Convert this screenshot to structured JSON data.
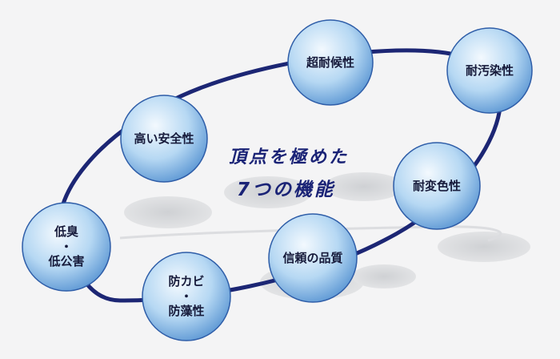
{
  "center": {
    "line1": "頂点を極めた",
    "line2": "7つの機能"
  },
  "features": [
    {
      "label": "超耐候性"
    },
    {
      "label": "耐汚染性"
    },
    {
      "label": "高い安全性"
    },
    {
      "label": "耐変色性"
    },
    {
      "label": "低臭\n・\n低公害"
    },
    {
      "label": "信頼の品質"
    },
    {
      "label": "防カビ\n・\n防藻性"
    }
  ],
  "colors": {
    "ring": "#1c2674",
    "circle_light": "#eef6fd",
    "circle_mid": "#a9d0f0",
    "circle_dark": "#5f9ad6",
    "center_text": "#1a2376",
    "shadow": "#d2d4d7"
  }
}
